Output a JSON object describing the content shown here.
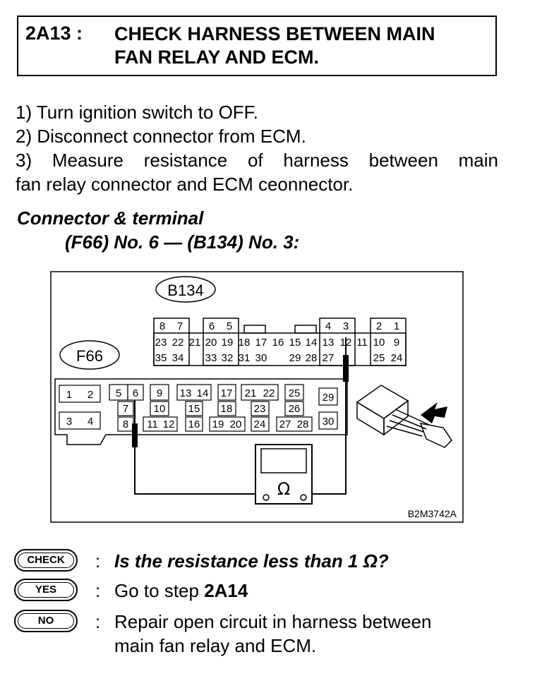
{
  "header": {
    "step_id": "2A13 :",
    "title_line1": "CHECK HARNESS BETWEEN MAIN",
    "title_line2": "FAN RELAY AND ECM."
  },
  "steps": [
    "1)  Turn ignition switch to OFF.",
    "2)  Disconnect connector from ECM.",
    "3)  Measure resistance of harness between main",
    "fan relay connector and ECM ceonnector."
  ],
  "connector": {
    "heading": "Connector & terminal",
    "spec": "(F66) No. 6 — (B134) No. 3:"
  },
  "diagram": {
    "label_b134": "B134",
    "label_f66": "F66",
    "figure_code": "B2M3742A",
    "ohm_symbol": "Ω",
    "b134_row1": [
      "8",
      "7",
      "6",
      "5",
      "4",
      "3",
      "2",
      "1"
    ],
    "b134_row2": [
      "23",
      "22",
      "21",
      "20",
      "19",
      "18",
      "17",
      "16",
      "15",
      "14",
      "13",
      "12",
      "11",
      "10",
      "9"
    ],
    "b134_row3": [
      "35",
      "34",
      "33",
      "32",
      "31",
      "30",
      "29",
      "28",
      "27",
      "25",
      "24"
    ],
    "f66_terminals": [
      "1",
      "2",
      "3",
      "4",
      "5",
      "6",
      "7",
      "8",
      "9",
      "10",
      "11",
      "12",
      "13",
      "14",
      "15",
      "16",
      "17",
      "18",
      "19",
      "20",
      "21",
      "22",
      "23",
      "24",
      "25",
      "26",
      "27",
      "28",
      "29",
      "30"
    ]
  },
  "qa": {
    "check_badge": "CHECK",
    "check_colon": ":",
    "check_text": "Is the resistance less than 1 Ω?",
    "yes_badge": "YES",
    "yes_colon": ":",
    "yes_text_prefix": "Go to step ",
    "yes_text_step": "2A14",
    "no_badge": "NO",
    "no_colon": ":",
    "no_text_line1": "Repair open circuit in harness between",
    "no_text_line2": "main fan relay and ECM."
  }
}
